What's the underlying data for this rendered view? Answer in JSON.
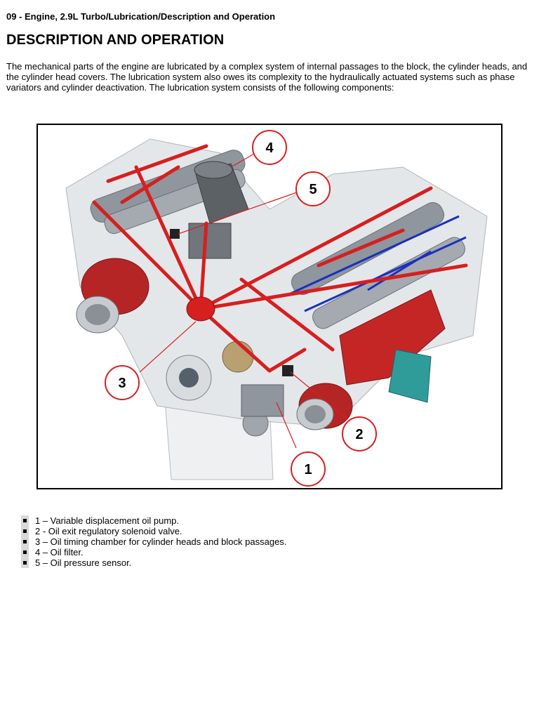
{
  "breadcrumb": "09 - Engine, 2.9L Turbo/Lubrication/Description and Operation",
  "title": "DESCRIPTION AND OPERATION",
  "intro": "The mechanical parts of the engine are lubricated by a complex system of internal passages to the block, the cylinder heads, and the cylinder head covers. The lubrication system also owes its complexity to the hydraulically actuated systems such as phase variators and cylinder deactivation. The lubrication system consists of the following components:",
  "figure": {
    "callouts": [
      "1",
      "2",
      "3",
      "4",
      "5"
    ],
    "colors": {
      "callout": "#d42020",
      "oil_passage": "#d61f1f",
      "engine": "#9aa0a6",
      "coolant": "#2f9c9a",
      "fuel": "#1a2fbf"
    }
  },
  "legend": [
    "1 – Variable displacement oil pump.",
    "2 - Oil exit regulatory solenoid valve.",
    "3 – Oil timing chamber for cylinder heads and block passages.",
    "4 – Oil filter.",
    "5 – Oil pressure sensor."
  ]
}
